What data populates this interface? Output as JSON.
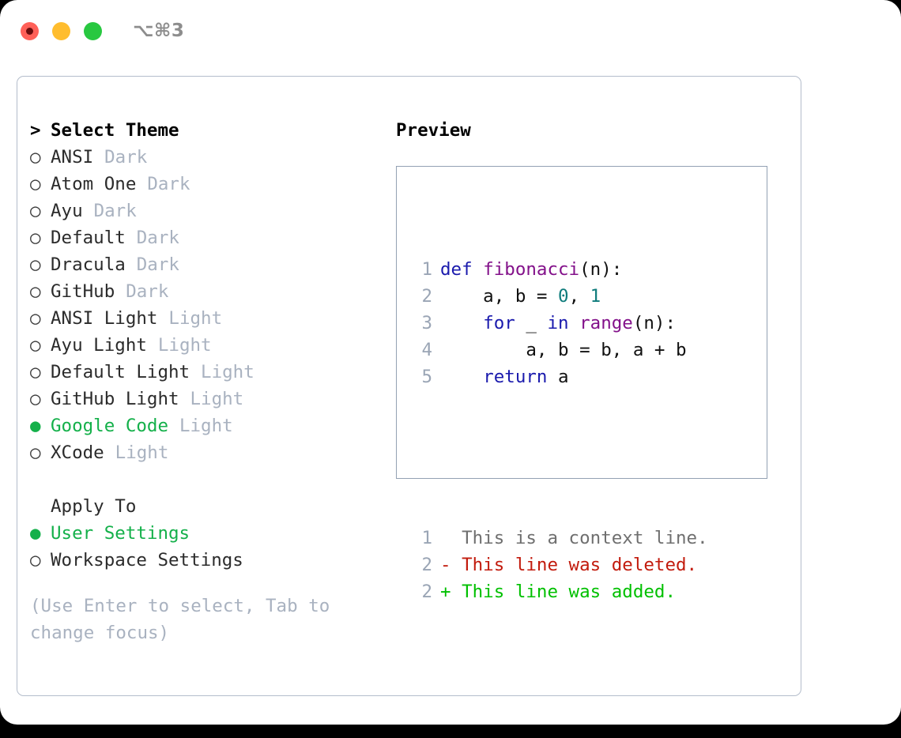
{
  "window": {
    "shortcut": "⌥⌘3",
    "traffic_lights": [
      {
        "name": "close-button",
        "color": "#ff6058"
      },
      {
        "name": "minimize-button",
        "color": "#ffbd2e"
      },
      {
        "name": "maximize-button",
        "color": "#28c840"
      }
    ]
  },
  "theme_picker": {
    "prompt_marker": ">",
    "title": "Select Theme",
    "marker_unselected": "○",
    "marker_selected": "●",
    "items": [
      {
        "name": "ANSI",
        "variant": "Dark",
        "selected": false
      },
      {
        "name": "Atom One",
        "variant": "Dark",
        "selected": false
      },
      {
        "name": "Ayu",
        "variant": "Dark",
        "selected": false
      },
      {
        "name": "Default",
        "variant": "Dark",
        "selected": false
      },
      {
        "name": "Dracula",
        "variant": "Dark",
        "selected": false
      },
      {
        "name": "GitHub",
        "variant": "Dark",
        "selected": false
      },
      {
        "name": "ANSI Light",
        "variant": "Light",
        "selected": false
      },
      {
        "name": "Ayu Light",
        "variant": "Light",
        "selected": false
      },
      {
        "name": "Default Light",
        "variant": "Light",
        "selected": false
      },
      {
        "name": "GitHub Light",
        "variant": "Light",
        "selected": false
      },
      {
        "name": "Google Code",
        "variant": "Light",
        "selected": true
      },
      {
        "name": "XCode",
        "variant": "Light",
        "selected": false
      }
    ]
  },
  "apply_to": {
    "title": "Apply To",
    "options": [
      {
        "name": "User Settings",
        "selected": true
      },
      {
        "name": "Workspace Settings",
        "selected": false
      }
    ]
  },
  "hint": "(Use Enter to select, Tab to change focus)",
  "preview": {
    "title": "Preview",
    "code_lines": [
      {
        "number": "1",
        "tokens": [
          {
            "text": "def ",
            "kind": "kw"
          },
          {
            "text": "fibonacci",
            "kind": "fn"
          },
          {
            "text": "(n):",
            "kind": "pun"
          }
        ]
      },
      {
        "number": "2",
        "tokens": [
          {
            "text": "    a, b = ",
            "kind": "pun"
          },
          {
            "text": "0",
            "kind": "num"
          },
          {
            "text": ", ",
            "kind": "pun"
          },
          {
            "text": "1",
            "kind": "num"
          }
        ]
      },
      {
        "number": "3",
        "tokens": [
          {
            "text": "    ",
            "kind": "pun"
          },
          {
            "text": "for",
            "kind": "kw"
          },
          {
            "text": " _ ",
            "kind": "pun"
          },
          {
            "text": "in",
            "kind": "kw"
          },
          {
            "text": " ",
            "kind": "pun"
          },
          {
            "text": "range",
            "kind": "fn"
          },
          {
            "text": "(n):",
            "kind": "pun"
          }
        ]
      },
      {
        "number": "4",
        "tokens": [
          {
            "text": "        a, b = b, a + b",
            "kind": "pun"
          }
        ]
      },
      {
        "number": "5",
        "tokens": [
          {
            "text": "    ",
            "kind": "pun"
          },
          {
            "text": "return",
            "kind": "kw"
          },
          {
            "text": " a",
            "kind": "pun"
          }
        ]
      }
    ],
    "diff_lines": [
      {
        "number": "1",
        "sign": " ",
        "text": "This is a context line.",
        "kind": "ctx"
      },
      {
        "number": "2",
        "sign": "-",
        "text": "This line was deleted.",
        "kind": "del"
      },
      {
        "number": "2",
        "sign": "+",
        "text": "This line was added.",
        "kind": "add"
      }
    ]
  },
  "colors": {
    "selection_green": "#14b04a",
    "variant_gray": "#a9b2c0",
    "keyword_blue": "#1a1aad",
    "function_purple": "#83118a",
    "number_teal": "#0d7b7b",
    "line_number_gray": "#9aa5b5",
    "diff_deleted_red": "#c21b0d",
    "diff_added_green": "#00c000",
    "card_border": "#b4bdcb",
    "preview_border": "#93a1b3"
  }
}
